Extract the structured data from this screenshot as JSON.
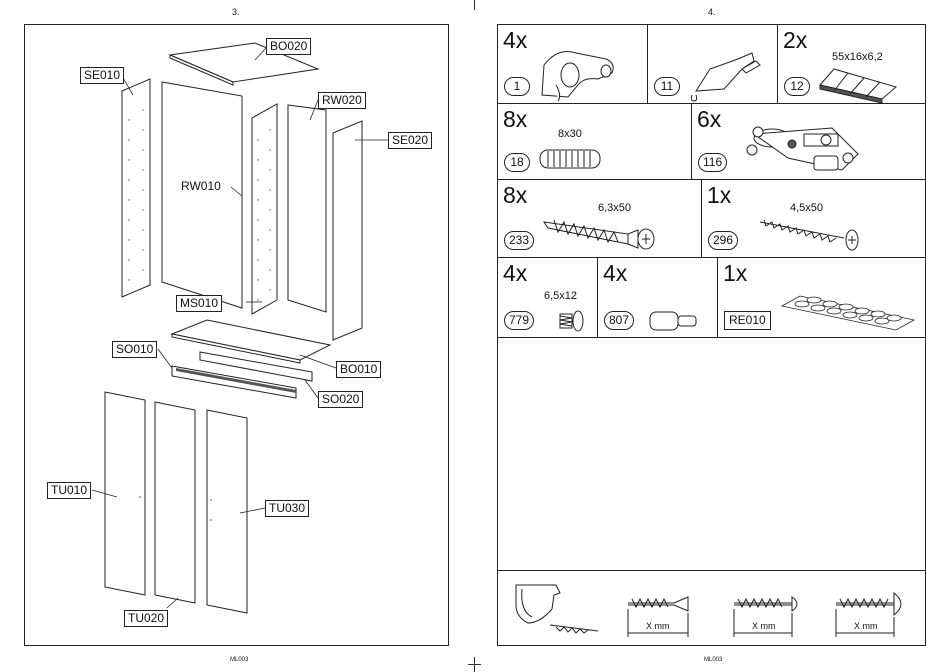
{
  "left_page": {
    "number": "3.",
    "footer": "ML003",
    "labels": {
      "bo020": "BO020",
      "se010": "SE010",
      "rw020": "RW020",
      "se020": "SE020",
      "rw010": "RW010",
      "ms010": "MS010",
      "so010": "SO010",
      "bo010": "BO010",
      "so020": "SO020",
      "tu010": "TU010",
      "tu030": "TU030",
      "tu020": "TU020"
    }
  },
  "right_page": {
    "number": "4.",
    "footer": "ML003",
    "parts": [
      {
        "qty": "4x",
        "id": "1",
        "dim": "",
        "icon": "corner-bracket-icon"
      },
      {
        "qty": "",
        "id": "11",
        "dim": "",
        "icon": "glue-tube-icon"
      },
      {
        "qty": "2x",
        "id": "12",
        "dim": "55x16x6,2",
        "icon": "wedge-shim-icon"
      },
      {
        "qty": "8x",
        "id": "18",
        "dim": "8x30",
        "icon": "wooden-dowel-icon"
      },
      {
        "qty": "6x",
        "id": "116",
        "dim": "",
        "icon": "hinge-icon"
      },
      {
        "qty": "8x",
        "id": "233",
        "dim": "6,3x50",
        "icon": "long-screw-icon"
      },
      {
        "qty": "1x",
        "id": "296",
        "dim": "4,5x50",
        "icon": "wood-screw-icon"
      },
      {
        "qty": "4x",
        "id": "779",
        "dim": "6,5x12",
        "icon": "short-screw-icon"
      },
      {
        "qty": "4x",
        "id": "807",
        "dim": "",
        "icon": "shelf-pin-icon"
      },
      {
        "qty": "1x",
        "id": "RE010",
        "dim": "",
        "icon": "felt-pad-strip-icon"
      }
    ],
    "legend": {
      "x_mm_1": "X mm",
      "x_mm_2": "X mm",
      "x_mm_3": "X mm"
    }
  }
}
